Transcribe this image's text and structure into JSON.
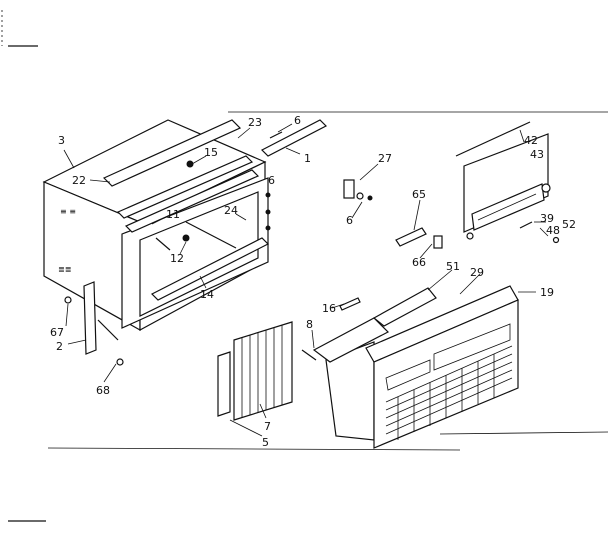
{
  "diagram": {
    "type": "exploded-parts-diagram",
    "callouts": {
      "c3": "3",
      "c22": "22",
      "c23": "23",
      "c6a": "6",
      "c1": "1",
      "c15": "15",
      "c6b": "6",
      "c11": "11",
      "c24": "24",
      "c12": "12",
      "c14": "14",
      "c67": "67",
      "c2": "2",
      "c68": "68",
      "c27": "27",
      "c6c": "6",
      "c65": "65",
      "c66": "66",
      "c42": "42",
      "c43": "43",
      "c39": "39",
      "c48": "48",
      "c52": "52",
      "c51": "51",
      "c29": "29",
      "c19": "19",
      "c16": "16",
      "c8": "8",
      "c7": "7",
      "c5": "5"
    }
  }
}
